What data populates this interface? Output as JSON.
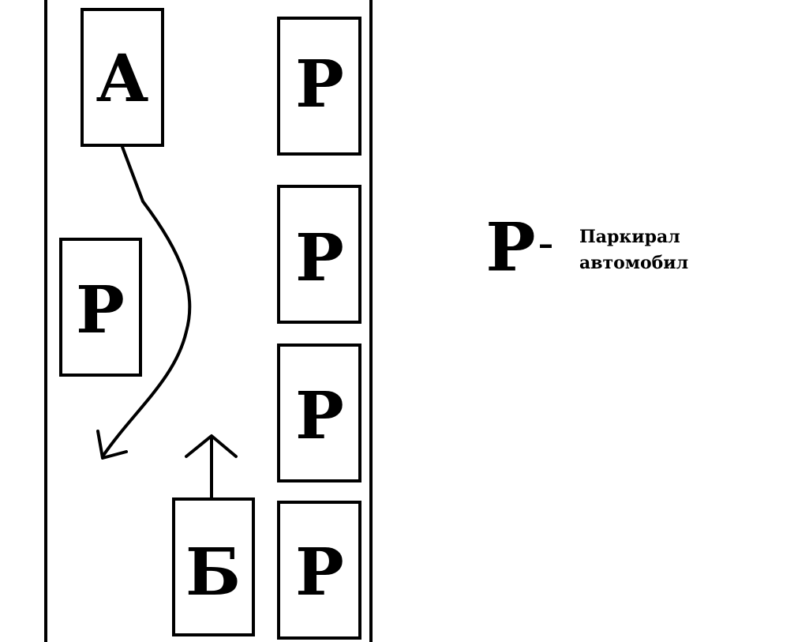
{
  "colors": {
    "ink": "#000000",
    "background": "#ffffff"
  },
  "cars": {
    "car_a": "А",
    "car_b": "Б",
    "parked": [
      "P",
      "P",
      "P",
      "P",
      "P"
    ]
  },
  "legend": {
    "symbol": "P",
    "dash": "–",
    "text_line1": "Паркирал",
    "text_line2": "автомобил"
  }
}
